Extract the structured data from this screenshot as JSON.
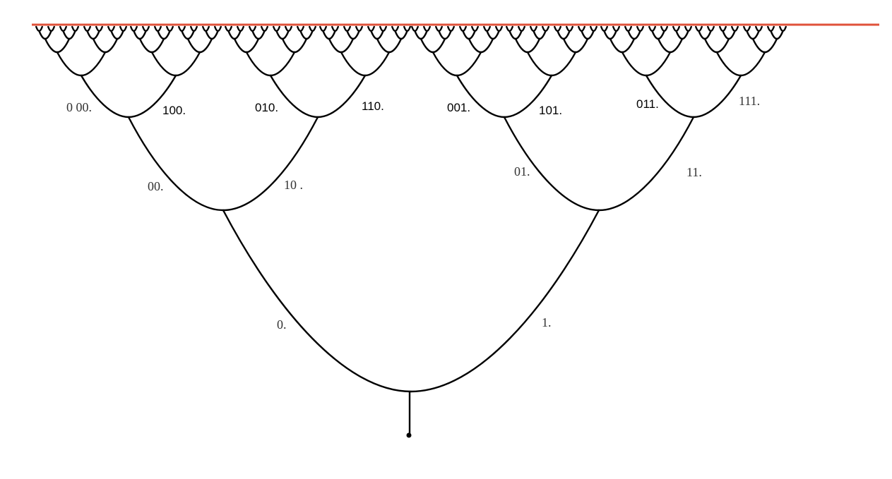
{
  "diagram": {
    "levels": 7,
    "colors": {
      "branch": "#000000",
      "boundary_line": "#e0523a",
      "label": "#333333",
      "background": "#ffffff"
    },
    "labels": {
      "level1": {
        "left": "0.",
        "right": "1."
      },
      "level2": {
        "n0_left": "00.",
        "n0_right": "10 .",
        "n1_left": "01.",
        "n1_right": "11."
      },
      "level3": {
        "n00_left": "0 00.",
        "n00_right": "100.",
        "n10_left": "010.",
        "n10_right": "110.",
        "n01_left": "001.",
        "n01_right": "101.",
        "n11_left": "011.",
        "n11_right": "111."
      }
    }
  }
}
